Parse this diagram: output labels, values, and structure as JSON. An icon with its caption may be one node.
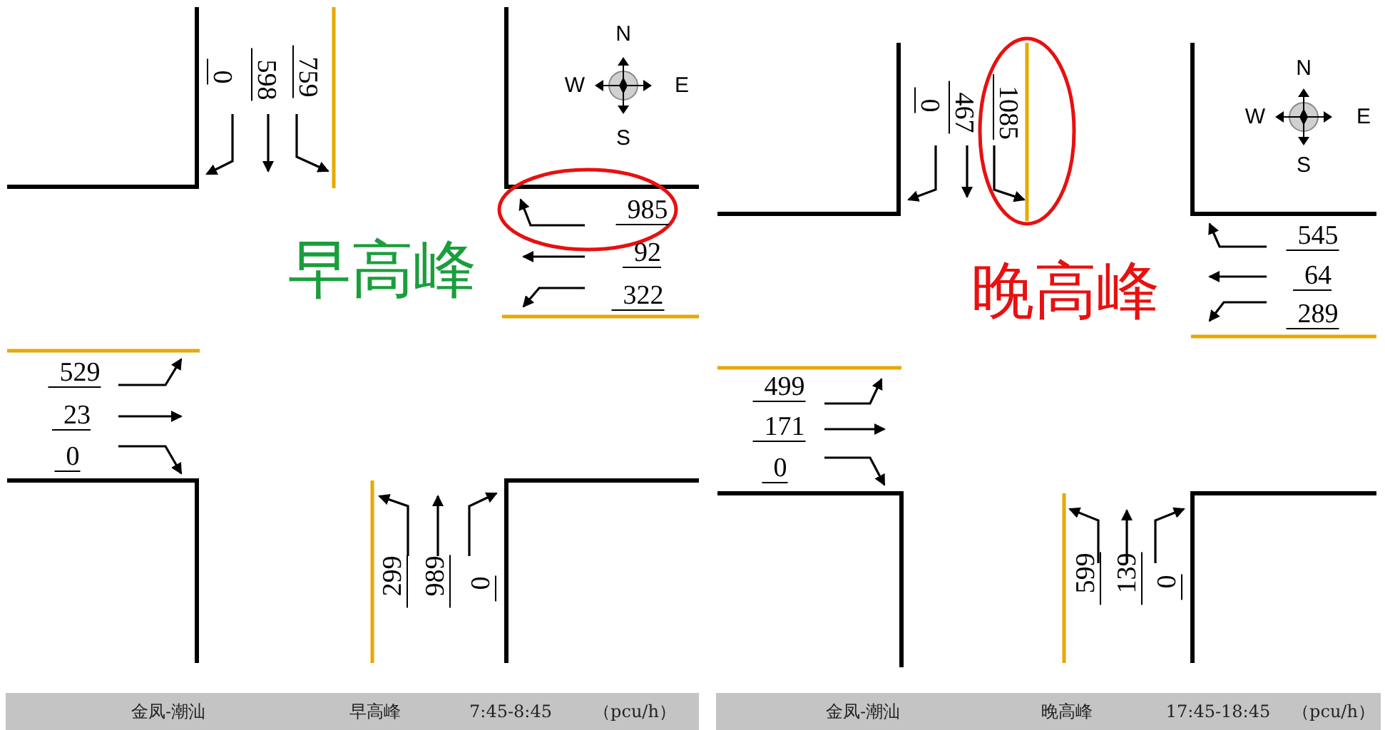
{
  "diagram": {
    "labels": [
      "0",
      "598",
      "759",
      "N",
      "W",
      "E",
      "S",
      "985",
      "早高峰",
      "92",
      "322",
      "529",
      "23",
      "0",
      "299",
      "989",
      "0",
      "金凤-潮汕",
      "早高峰",
      "7:45-8:45",
      "（pcu/h）",
      "0",
      "467",
      "1085",
      "N",
      "W",
      "E",
      "S",
      "545",
      "晚高峰",
      "64",
      "289",
      "499",
      "171",
      "0",
      "599",
      "139",
      "0",
      "金凤-潮汕",
      "晚高峰",
      "17:45-18:45",
      "（pcu/h）"
    ]
  }
}
